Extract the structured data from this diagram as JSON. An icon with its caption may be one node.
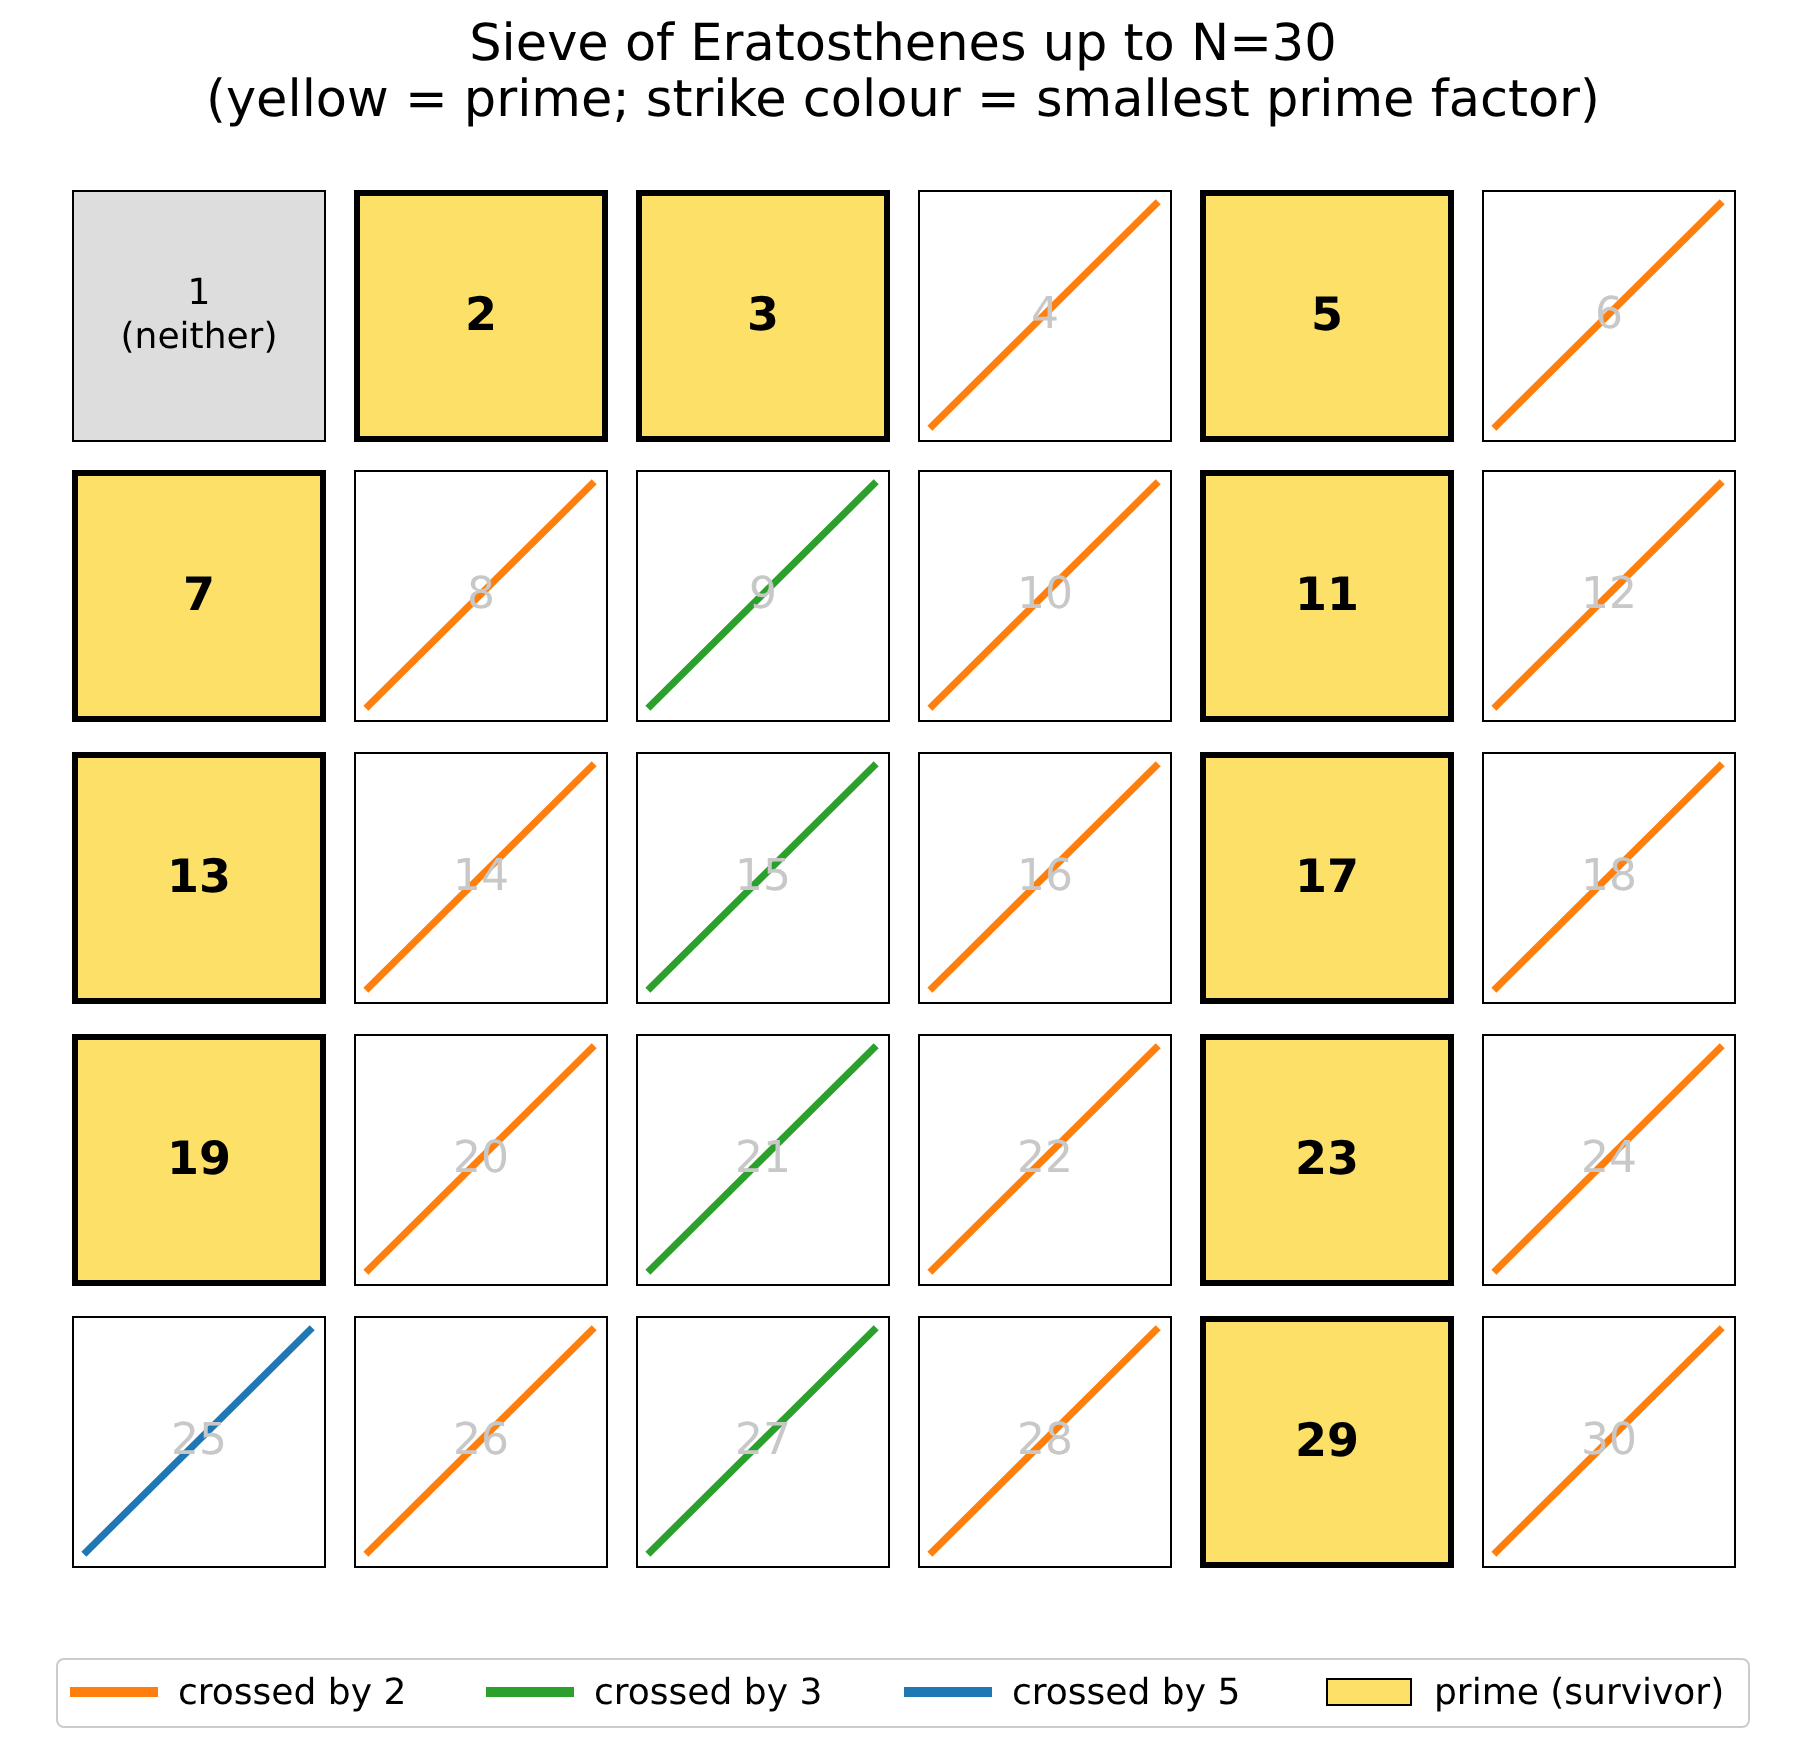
{
  "diagram": {
    "title": "Sieve of Eratosthenes up to N=30",
    "nodes": [
      {
        "text": [
          "1",
          "(neither)"
        ]
      },
      {
        "text": [
          "2"
        ]
      },
      {
        "text": [
          "3"
        ]
      },
      {
        "text": [
          "4"
        ]
      },
      {
        "text": [
          "5"
        ]
      },
      {
        "text": [
          "6"
        ]
      },
      {
        "text": [
          "7"
        ]
      },
      {
        "text": [
          "8"
        ]
      },
      {
        "text": [
          "9"
        ]
      },
      {
        "text": [
          "10"
        ]
      },
      {
        "text": [
          "11"
        ]
      },
      {
        "text": [
          "12"
        ]
      },
      {
        "text": [
          "13"
        ]
      },
      {
        "text": [
          "14"
        ]
      },
      {
        "text": [
          "15"
        ]
      },
      {
        "text": [
          "16"
        ]
      },
      {
        "text": [
          "17"
        ]
      },
      {
        "text": [
          "18"
        ]
      },
      {
        "text": [
          "19"
        ]
      },
      {
        "text": [
          "20"
        ]
      },
      {
        "text": [
          "21"
        ]
      },
      {
        "text": [
          "22"
        ]
      },
      {
        "text": [
          "23"
        ]
      },
      {
        "text": [
          "24"
        ]
      },
      {
        "text": [
          "25"
        ]
      },
      {
        "text": [
          "26"
        ]
      },
      {
        "text": [
          "27"
        ]
      },
      {
        "text": [
          "28"
        ]
      },
      {
        "text": [
          "29"
        ]
      },
      {
        "text": [
          "30"
        ]
      }
    ],
    "labels": [
      "(yellow = prime; strike colour = smallest prime factor)"
    ],
    "legend": [
      {
        "text": "crossed by 2",
        "color": "#ff7f0e"
      },
      {
        "text": "crossed by 3",
        "color": "#2ca02c"
      },
      {
        "text": "crossed by 5",
        "color": "#1f77b4"
      },
      {
        "text": "prime (survivor)",
        "color": "#fde068"
      }
    ]
  }
}
